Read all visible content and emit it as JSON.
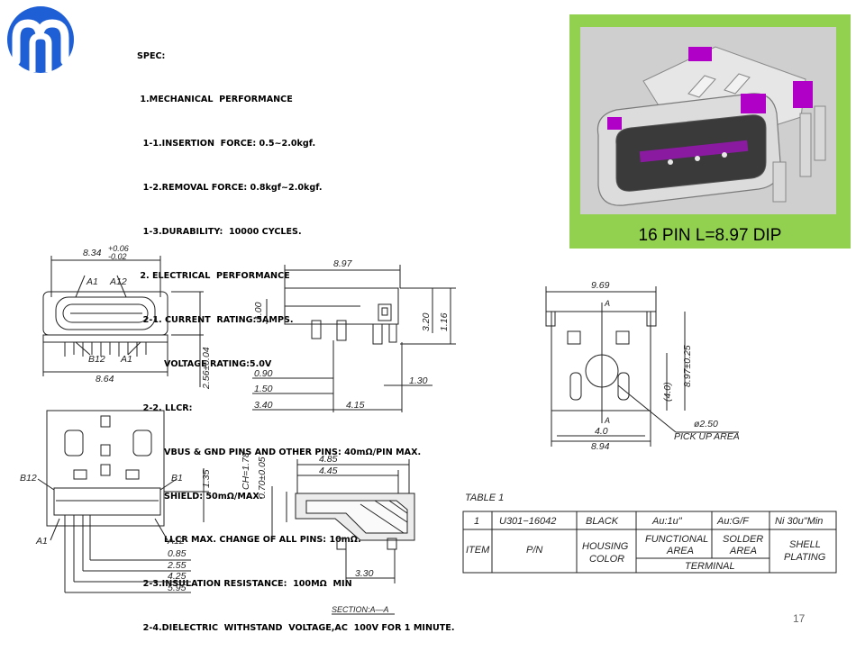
{
  "spec": {
    "lines": [
      "SPEC:",
      " 1.MECHANICAL  PERFORMANCE",
      "  1-1.INSERTION  FORCE: 0.5~2.0kgf.",
      "  1-2.REMOVAL FORCE: 0.8kgf~2.0kgf.",
      "  1-3.DURABILITY:  10000 CYCLES.",
      " 2. ELECTRICAL  PERFORMANCE",
      "  2-1. CURRENT  RATING:5AMPS.",
      "         VOLTAGE RATING:5.0V",
      "  2-2. LLCR:",
      "         VBUS & GND PINS AND OTHER PINS: 40mΩ/PIN MAX.",
      "         SHIELD: 50mΩ/MAX.",
      "         LLCR MAX. CHANGE OF ALL PINS: 10mΩ.",
      "  2-3.INSULATION RESISTANCE:  100MΩ  MIN",
      "  2-4.DIELECTRIC  WITHSTAND  VOLTAGE,AC  100V FOR 1 MINUTE."
    ]
  },
  "photo": {
    "caption": "16 PIN L=8.97 DIP",
    "panel_color": "#92d050",
    "accent_color": "#b000c8"
  },
  "front_view": {
    "width_top": "8.34",
    "tol_plus": "+0.06",
    "tol_minus": "-0.02",
    "pin_a1": "A1",
    "pin_a12": "A12",
    "pin_b12": "B12",
    "pin_a1_bottom": "A1",
    "width_bottom": "8.64",
    "height": "2.56±0.04"
  },
  "side_view": {
    "length": "8.97",
    "h1": "1.00",
    "h2": "3.20",
    "h3": "1.16",
    "d1": "0.90",
    "d2": "1.50",
    "d3": "3.40",
    "d4": "4.15",
    "d5": "1.30"
  },
  "top_view": {
    "width_top": "9.69",
    "section_top": "A",
    "section_bottom": "A",
    "inner": "(4.0)",
    "length": "8.97±0.25",
    "pitch": "4.0",
    "width_bottom": "8.94",
    "hole": "ø2.50",
    "pick_up": "PICK  UP  AREA"
  },
  "footprint": {
    "pin_b12": "B12",
    "pin_b1": "B1",
    "pin_a1": "A1",
    "pin_a12": "A12",
    "d1": "1.35",
    "d2": "0.85",
    "d3": "2.55",
    "d4": "4.25",
    "d5": "5.95"
  },
  "section": {
    "w1": "4.85",
    "w2": "4.45",
    "ch": "CH=1.78",
    "thk": "0.70±0.05",
    "bottom": "3.30",
    "label": "SECTION:A—A"
  },
  "table": {
    "title": "TABLE  1",
    "row": [
      "1",
      "U301−16042",
      "BLACK",
      "Au:1u\"",
      "Au:G/F",
      "Ni  30u\"Min"
    ],
    "header": {
      "item": "ITEM",
      "pn": "P/N",
      "housing_1": "HOUSING",
      "housing_2": "COLOR",
      "functional_1": "FUNCTIONAL",
      "functional_2": "AREA",
      "solder_1": "SOLDER",
      "solder_2": "AREA",
      "shell_1": "SHELL",
      "shell_2": "PLATING",
      "terminal": "TERMINAL"
    }
  },
  "page_number": "17"
}
